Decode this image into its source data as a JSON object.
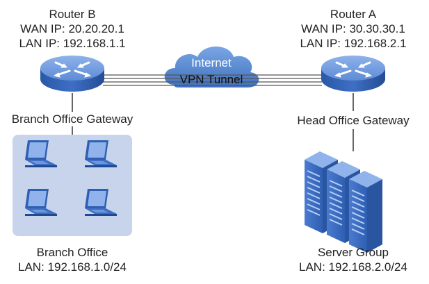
{
  "router_b": {
    "name": "Router B",
    "wan_ip": "WAN IP: 20.20.20.1",
    "lan_ip": "LAN IP: 192.168.1.1",
    "role": "Branch Office Gateway"
  },
  "router_a": {
    "name": "Router A",
    "wan_ip": "WAN IP: 30.30.30.1",
    "lan_ip": "LAN IP: 192.168.2.1",
    "role": "Head Office Gateway"
  },
  "cloud": {
    "label": "Internet",
    "tunnel_label": "VPN Tunnel"
  },
  "branch_office": {
    "name": "Branch Office",
    "lan": "LAN: 192.168.1.0/24"
  },
  "server_group": {
    "name": "Server Group",
    "lan": "LAN: 192.168.2.0/24"
  },
  "icons": {
    "router": "router-icon",
    "laptop": "laptop-icon",
    "server": "server-rack-icon",
    "cloud": "cloud-icon"
  },
  "colors": {
    "device_blue": "#2f5fb3",
    "device_light": "#7ea6e0",
    "branch_bg": "#c7d4ec",
    "cloud": "#5b8fd1"
  }
}
